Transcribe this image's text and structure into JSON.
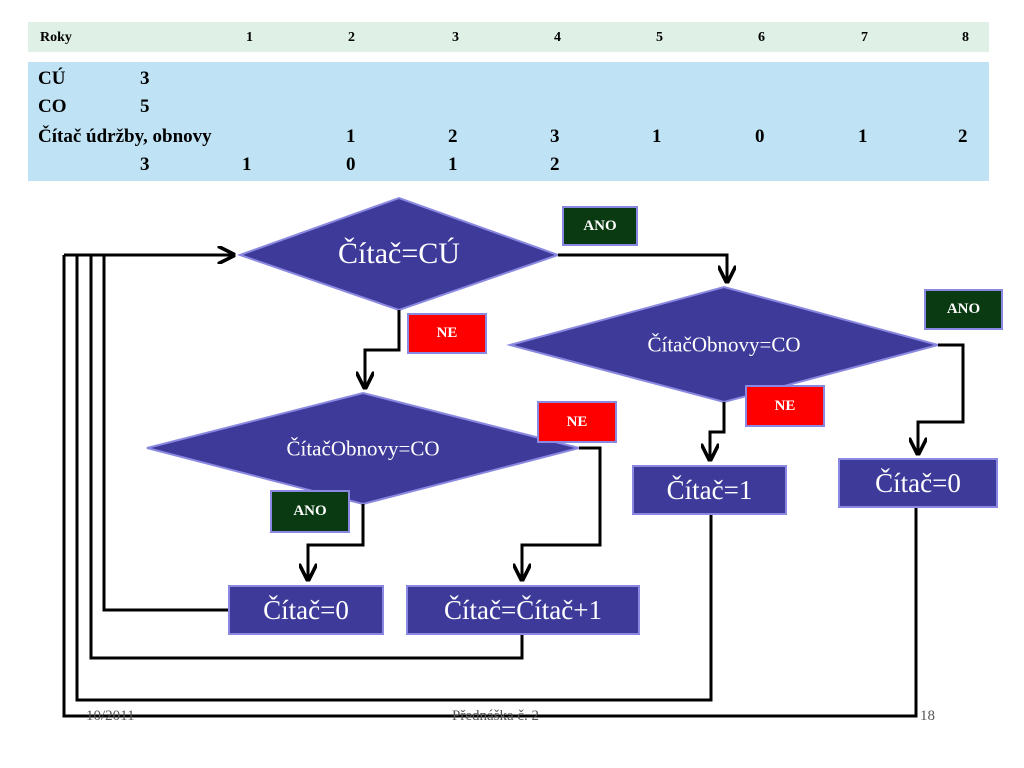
{
  "years_row": {
    "label": "Roky",
    "years": [
      "1",
      "2",
      "3",
      "4",
      "5",
      "6",
      "7",
      "8"
    ]
  },
  "params": {
    "cu_label": "CÚ",
    "cu_value": "3",
    "co_label": "CO",
    "co_value": "5",
    "counter_label": "Čítač údržby, obnovy",
    "row1": [
      "1",
      "2",
      "3",
      "1",
      "0",
      "1",
      "2"
    ],
    "row2": [
      "3",
      "1",
      "0",
      "1",
      "2"
    ]
  },
  "flowchart": {
    "decision_main": "Čítač=CÚ",
    "decision_left": "ČítačObnovy=CO",
    "decision_right": "ČítačObnovy=CO",
    "box_left_zero": "Čítač=0",
    "box_increment": "Čítač=Čítač+1",
    "box_one": "Čítač=1",
    "box_right_zero": "Čítač=0",
    "yes": "ANO",
    "no": "NE"
  },
  "footer": {
    "date": "10/2011",
    "title": "Přednáška č. 2",
    "page": "18"
  },
  "colors": {
    "shape_fill": "#3e3a9a",
    "shape_border": "#8a88e0",
    "yes_tag": "#0a3a12",
    "no_tag": "#ff0000",
    "years_band": "#dff0e6",
    "params_panel": "#bfe3f4"
  }
}
